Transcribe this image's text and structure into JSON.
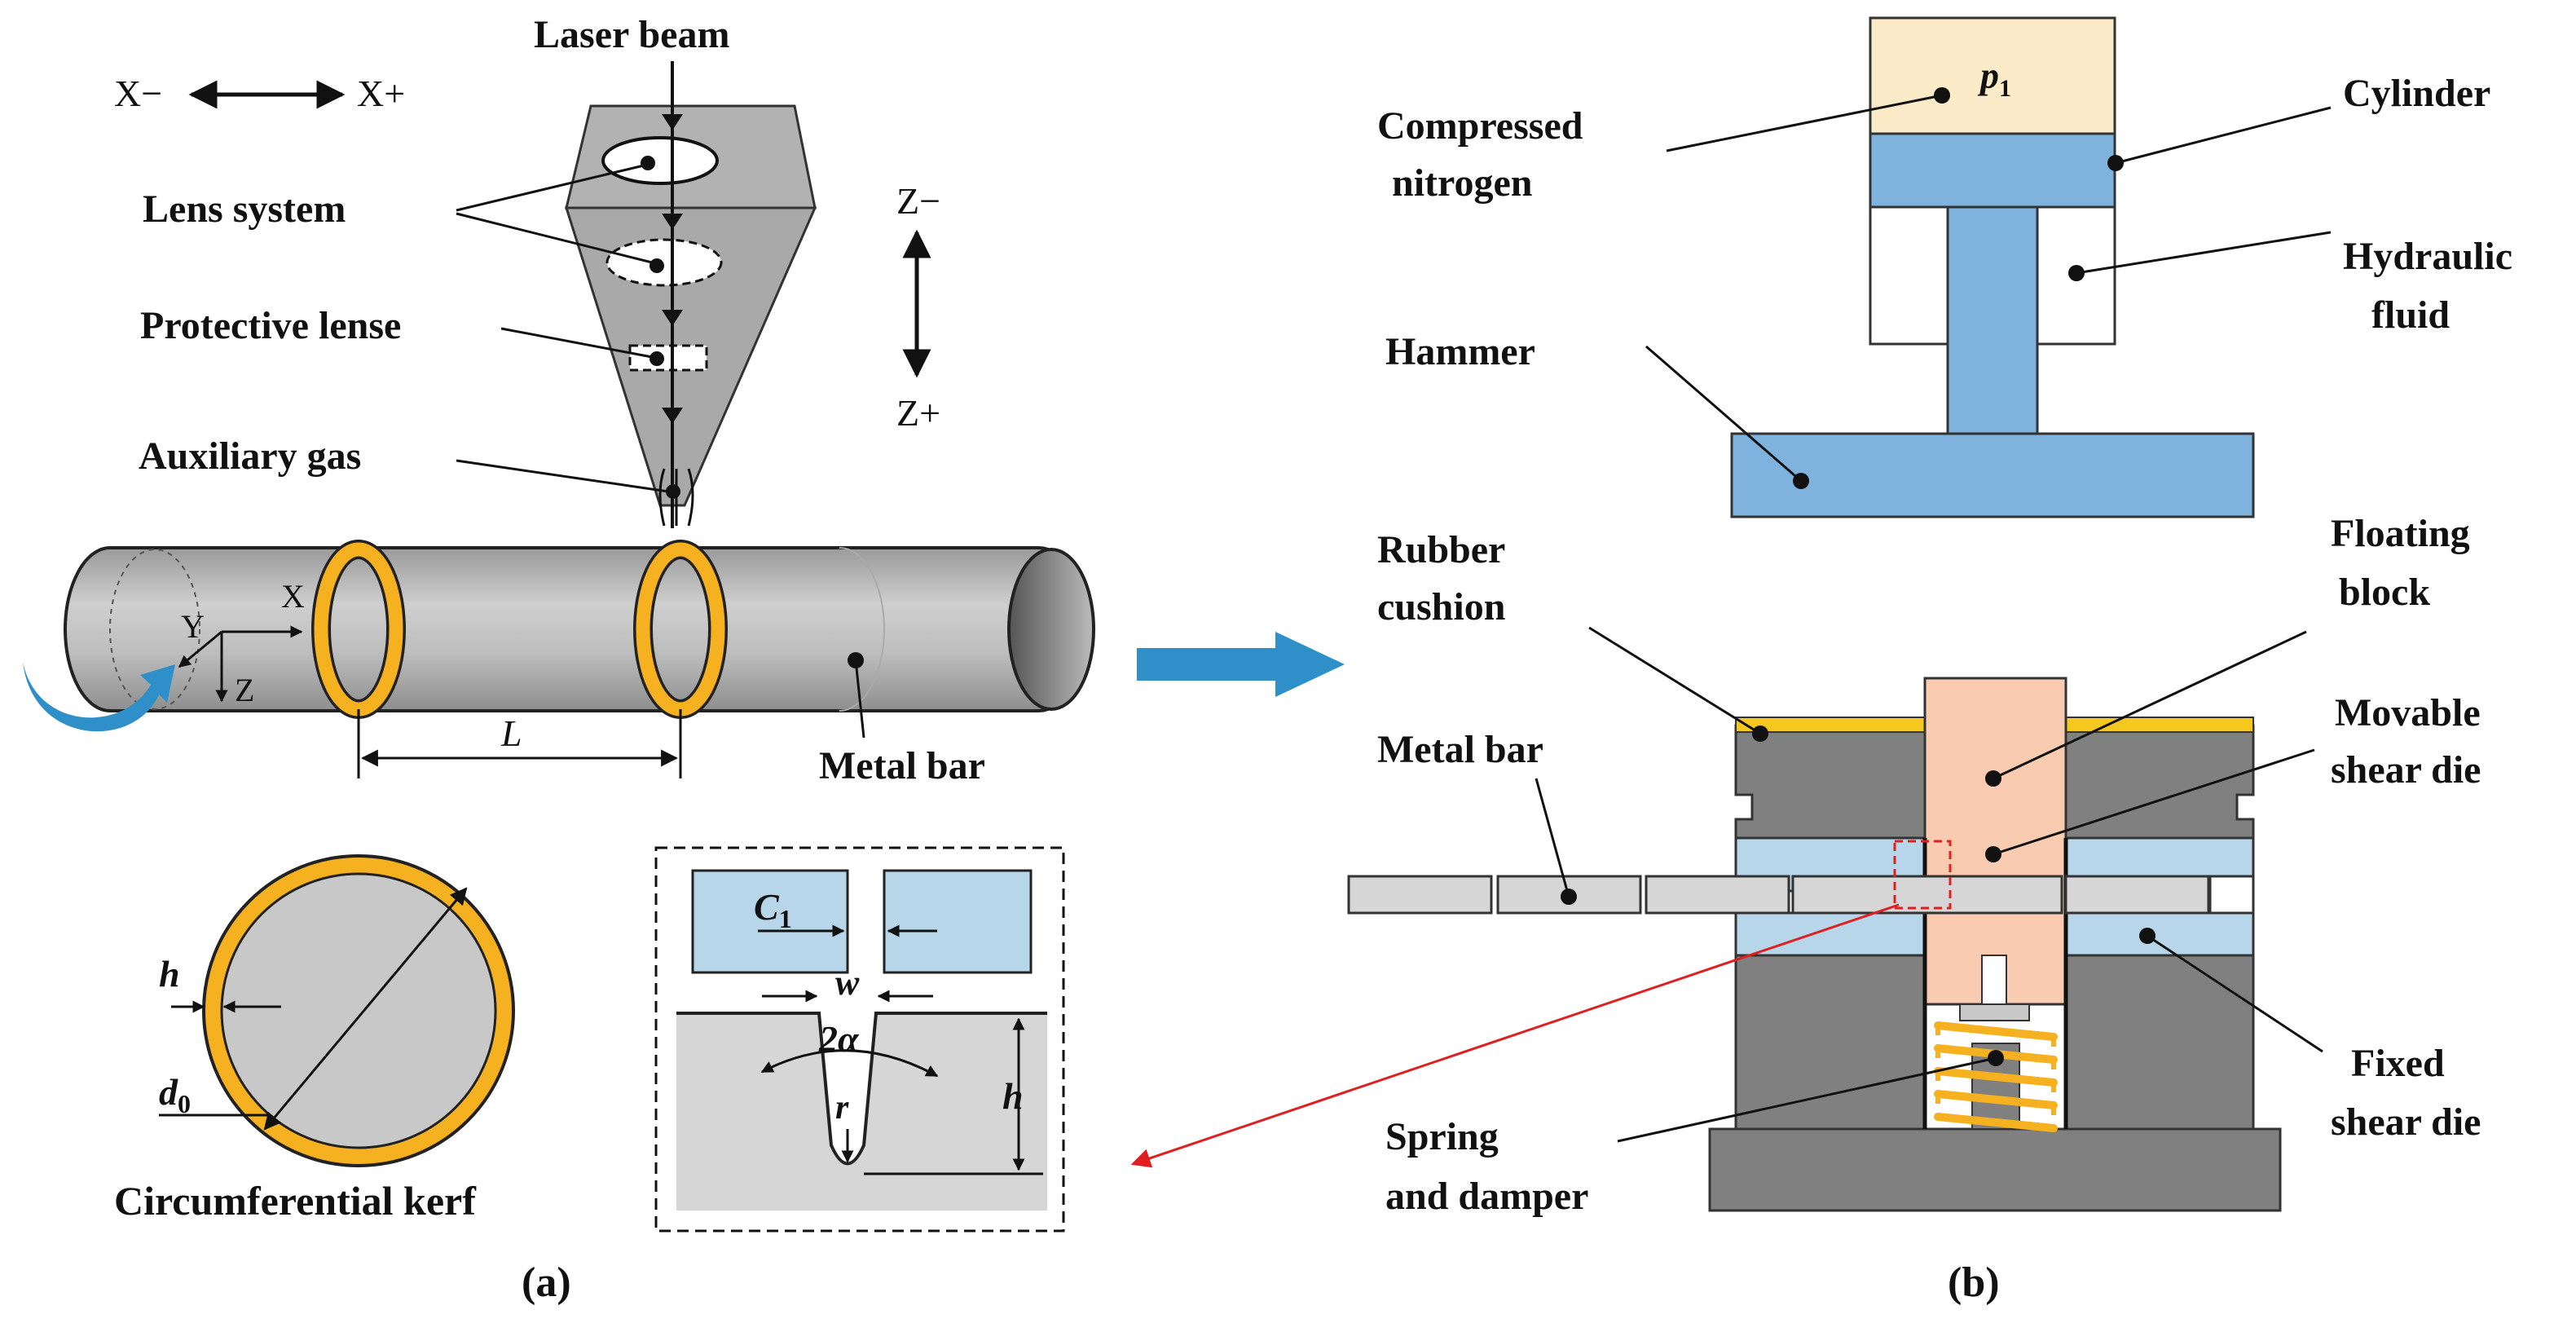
{
  "panel_a": {
    "caption": "(a)",
    "axis_x_minus": "X−",
    "axis_x_plus": "X+",
    "axis_z_minus": "Z−",
    "axis_z_plus": "Z+",
    "laser_beam": "Laser beam",
    "lens_system": "Lens system",
    "protective_lense": "Protective lense",
    "auxiliary_gas": "Auxiliary gas",
    "metal_bar": "Metal bar",
    "length_symbol": "L",
    "coord_x": "X",
    "coord_y": "Y",
    "coord_z": "Z",
    "kerf_caption": "Circumferential kerf",
    "sym_h": "h",
    "sym_d0": "d",
    "sym_d0_sub": "0",
    "detail": {
      "sym_c": "C",
      "sym_c_sub": "1",
      "sym_w": "w",
      "sym_alpha": "2α",
      "sym_r": "r",
      "sym_h": "h"
    }
  },
  "panel_b": {
    "caption": "(b)",
    "pressure_sym": "p",
    "pressure_sub": "1",
    "compressed_nitrogen_1": "Compressed",
    "compressed_nitrogen_2": "nitrogen",
    "cylinder": "Cylinder",
    "hydraulic_fluid_1": "Hydraulic",
    "hydraulic_fluid_2": "fluid",
    "hammer": "Hammer",
    "rubber_cushion_1": "Rubber",
    "rubber_cushion_2": "cushion",
    "floating_block_1": "Floating",
    "floating_block_2": "block",
    "metal_bar": "Metal bar",
    "movable_shear_die_1": "Movable",
    "movable_shear_die_2": "shear die",
    "fixed_shear_die_1": "Fixed",
    "fixed_shear_die_2": "shear die",
    "spring_damper_1": "Spring",
    "spring_damper_2": "and damper"
  },
  "colors": {
    "kerf_yellow": "#f5b120",
    "bar_gray": "#c8c8c8",
    "die_blue": "#b8d6ea",
    "hammer_blue": "#7fb3de",
    "nitrogen_cream": "#fcebc8",
    "floating_pink": "#f9cbb0",
    "die_dark": "#808080",
    "arrow_blue": "#2f8fc9",
    "guide_red": "#e02020"
  }
}
